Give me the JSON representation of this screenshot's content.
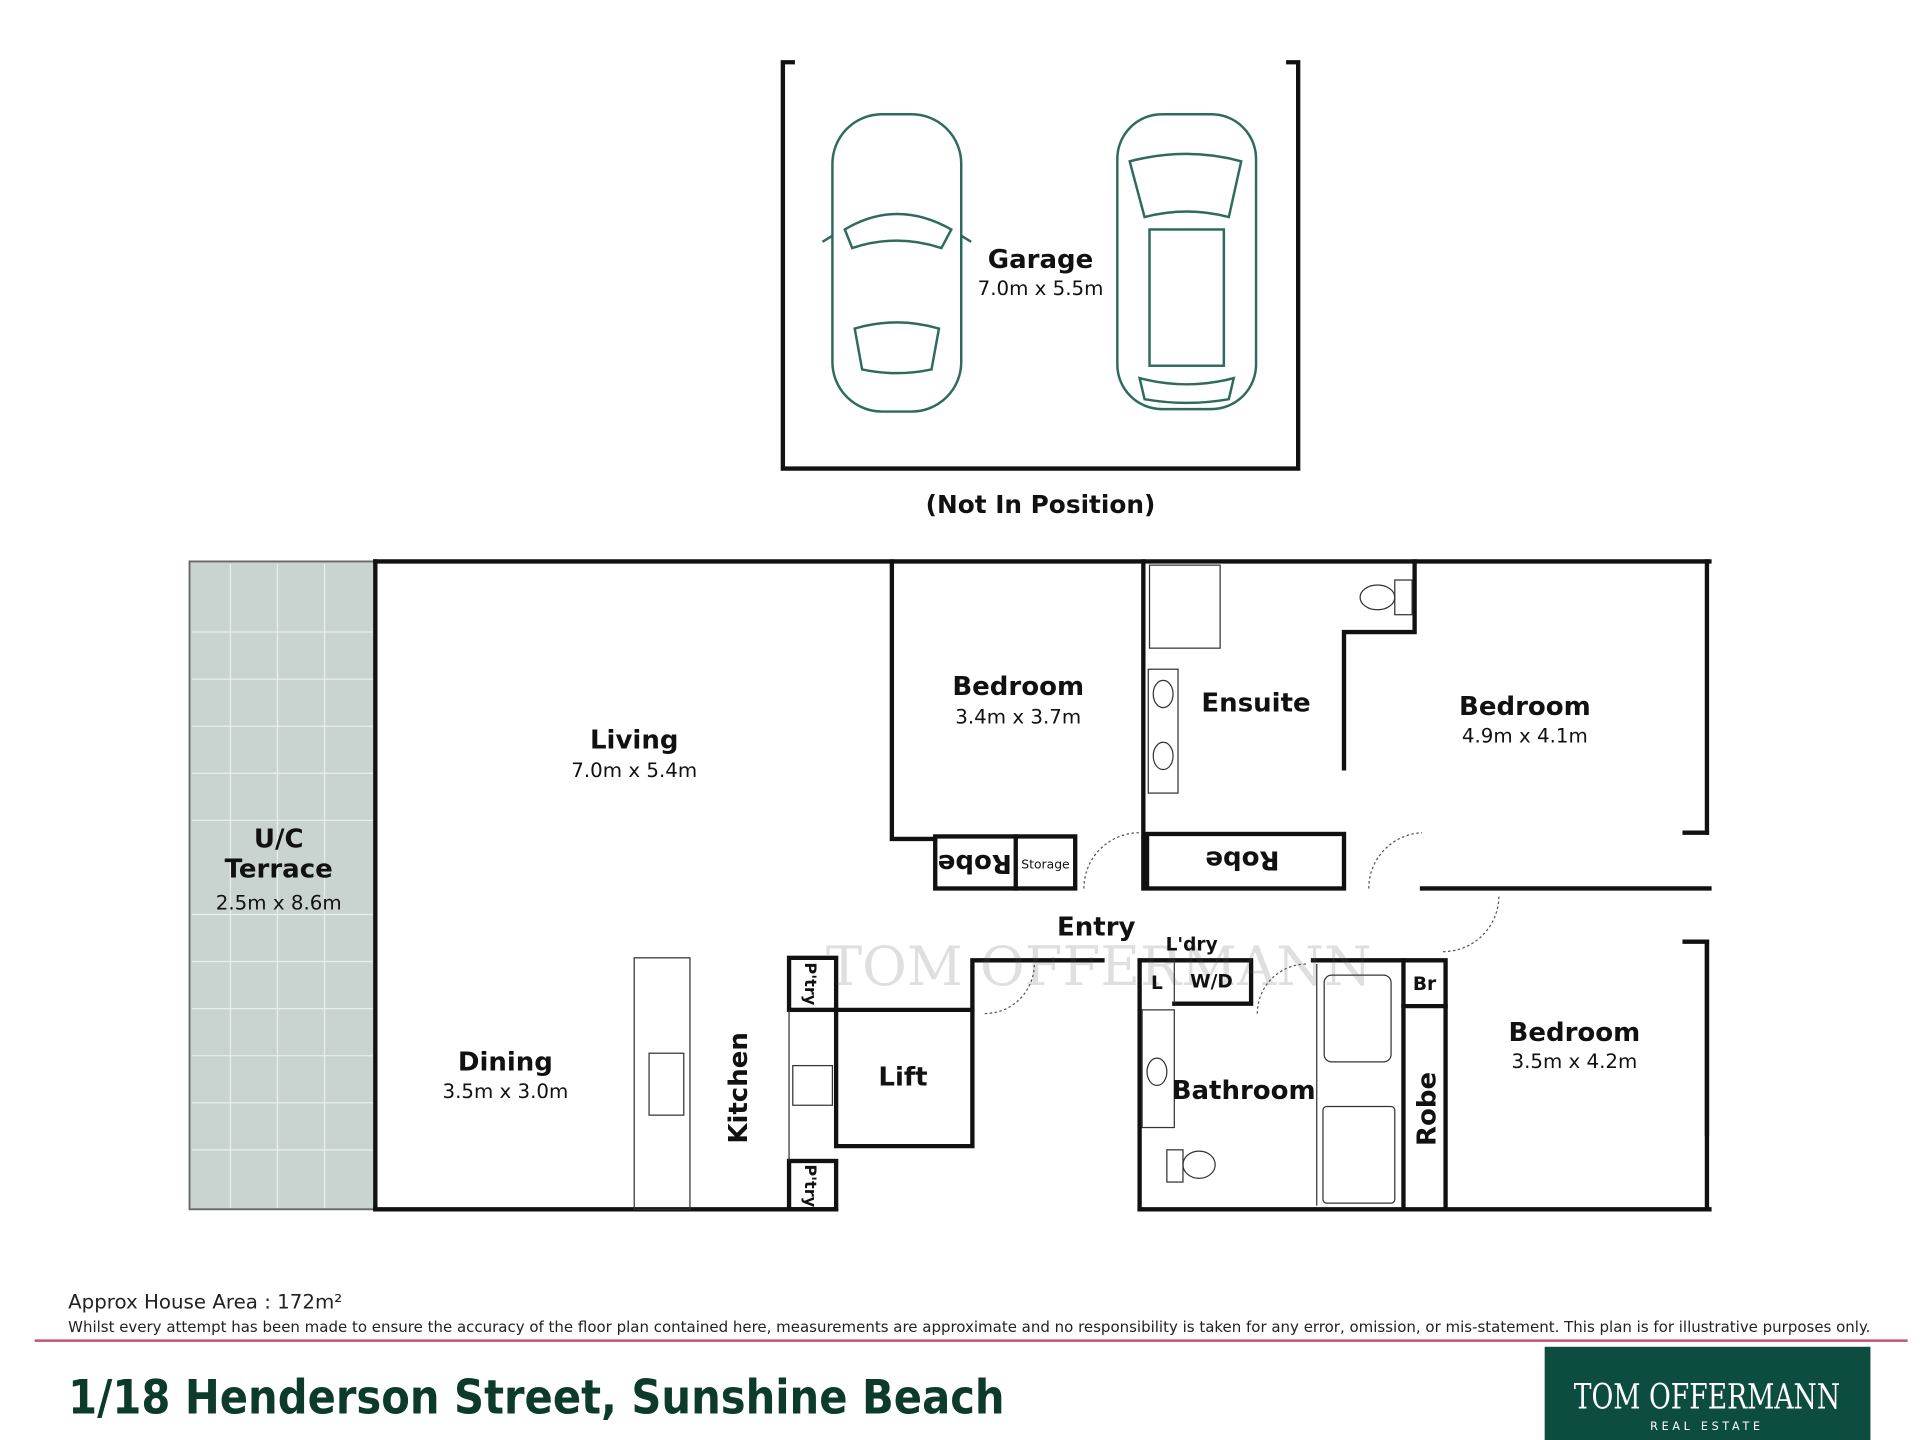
{
  "garage": {
    "name": "Garage",
    "dims": "7.0m x 5.5m",
    "note": "(Not In Position)"
  },
  "rooms": {
    "terrace": {
      "line1": "U/C",
      "line2": "Terrace",
      "dims": "2.5m x 8.6m"
    },
    "living": {
      "name": "Living",
      "dims": "7.0m x 5.4m"
    },
    "dining": {
      "name": "Dining",
      "dims": "3.5m x 3.0m"
    },
    "kitchen": {
      "name": "Kitchen"
    },
    "pantry_top": "P'try",
    "pantry_bottom": "P'try",
    "lift": "Lift",
    "bedroom1": {
      "name": "Bedroom",
      "dims": "3.4m x 3.7m"
    },
    "robe1": "Robe",
    "storage": "Storage",
    "ensuite": "Ensuite",
    "robe2": "Robe",
    "bedroom2": {
      "name": "Bedroom",
      "dims": "4.9m x 4.1m"
    },
    "entry": "Entry",
    "laundry": "L'dry",
    "linen": "L",
    "washer_dryer": "W/D",
    "bathroom": "Bathroom",
    "broom": "Br",
    "robe3": "Robe",
    "bedroom3": {
      "name": "Bedroom",
      "dims": "3.5m x 4.2m"
    }
  },
  "footer": {
    "area": "Approx House Area : 172m²",
    "disclaimer": "Whilst every attempt has been made to ensure the accuracy of the floor plan contained here, measurements are approximate and no responsibility is taken for any error, omission, or mis-statement. This plan is for illustrative purposes only.",
    "address": "1/18 Henderson Street, Sunshine Beach"
  },
  "logo": {
    "name": "TOM OFFERMANN",
    "tagline": "REAL ESTATE"
  },
  "colors": {
    "brand": "#0d4d40",
    "title": "#0d3b2b",
    "rule": "#c0566a",
    "terrace": "#c9d4d0",
    "car": "#2e6b5e"
  }
}
